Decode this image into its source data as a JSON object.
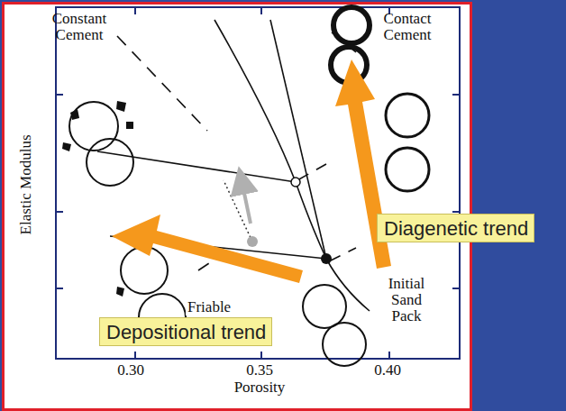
{
  "diagram": {
    "nodes": [
      {
        "text": [
          "Diagenetic trend"
        ]
      },
      {
        "text": [
          "Depositional trend"
        ]
      }
    ],
    "labels": [
      "Constant Cement",
      "Contact Cement",
      "Elastic Modulus",
      "Friable",
      "Initial Sand Pack",
      "0.30",
      "0.35",
      "0.40",
      "Porosity"
    ]
  }
}
